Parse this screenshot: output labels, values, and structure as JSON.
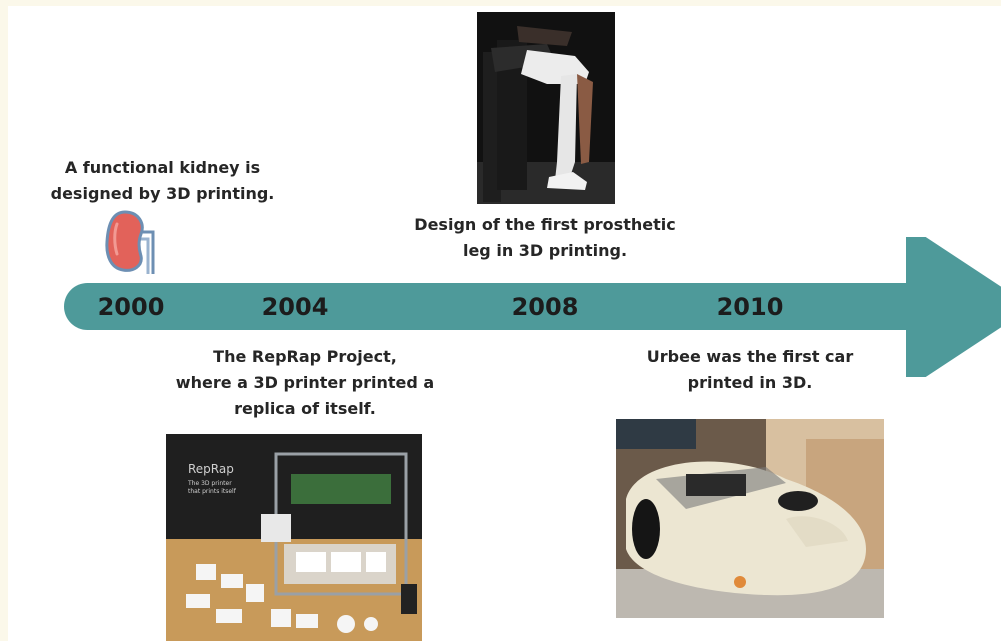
{
  "timeline": {
    "years": [
      "2000",
      "2004",
      "2008",
      "2010"
    ],
    "events": {
      "kidney": "A functional kidney is\ndesigned by 3D printing.",
      "prosthetic": "Design of the first prosthetic\nleg in 3D printing.",
      "reprap": "The RepRap Project,\nwhere a 3D printer printed a\nreplica of itself.",
      "urbee": "Urbee was the first car\nprinted in 3D."
    }
  },
  "photos": {
    "reprap": {
      "title": "RepRap",
      "subtitle": "The 3D printer\nthat prints itself"
    }
  },
  "colors": {
    "arrow": "#4e9a9a",
    "kidney": "#e2625a",
    "background": "#ffffff"
  },
  "icons": {
    "kidney": "kidney-icon",
    "arrow_head": "arrow-head-icon"
  }
}
